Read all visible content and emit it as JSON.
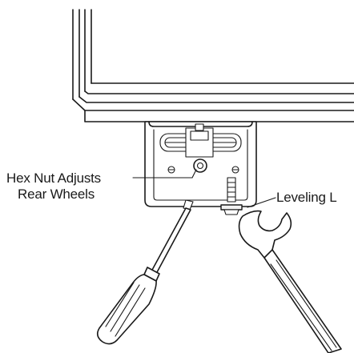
{
  "callouts": {
    "hex_nut_line1": "Hex Nut Adjusts",
    "hex_nut_line2": "Rear Wheels",
    "leveling_leg": "Leveling L"
  }
}
